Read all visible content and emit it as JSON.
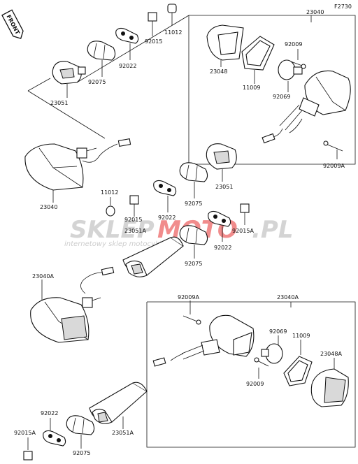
{
  "figure_code": "F2730",
  "front_tag": "FRONT",
  "watermark": {
    "brand_part1": "SKLEP",
    "brand_part2": "MOTO",
    "brand_part3": ".PL",
    "tagline": "internetowy sklep motocyklowy",
    "colors": {
      "gray": "#d0d0d0",
      "red": "#f08080"
    }
  },
  "labels": {
    "p23040_top": "23040",
    "p11012_top": "11012",
    "p92015_top": "92015",
    "p92022_top": "92022",
    "p92075_top": "92075",
    "p23051_top": "23051",
    "p92009_top": "92009",
    "p23048_top": "23048",
    "p11009_top": "11009",
    "p92069_top": "92069",
    "p92009A_top": "92009A",
    "p23040_left": "23040",
    "p23051_mid": "23051",
    "p92075_mid": "92075",
    "p92022_mid": "92022",
    "p11012_mid": "11012",
    "p92015_mid": "92015",
    "p23051A_mid": "23051A",
    "p92015A_mid": "92015A",
    "p92022_mid2": "92022",
    "p92075_mid2": "92075",
    "p23040A_left": "23040A",
    "p92009A_bot": "92009A",
    "p23040A_bot": "23040A",
    "p92069_bot": "92069",
    "p11009_bot": "11009",
    "p23048A_bot": "23048A",
    "p92009_bot": "92009",
    "p23051A_bot": "23051A",
    "p92022_bot": "92022",
    "p92075_bot": "92075",
    "p92015A_bot": "92015A"
  }
}
